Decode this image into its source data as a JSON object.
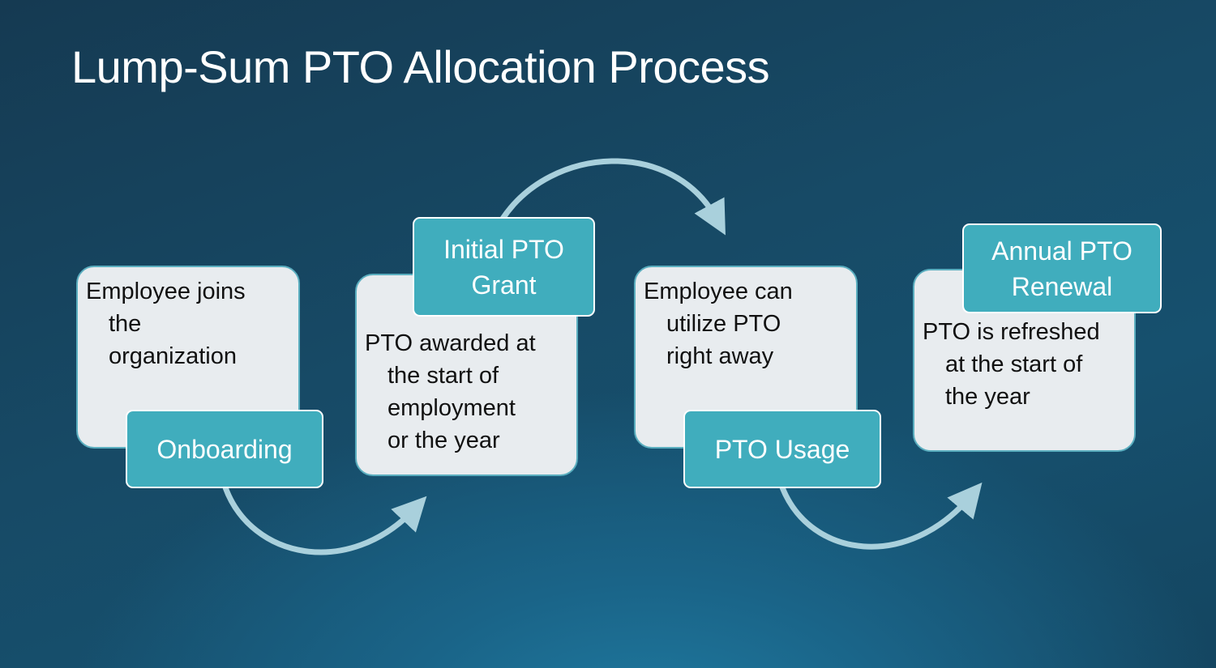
{
  "slide": {
    "title": "Lump-Sum PTO Allocation Process"
  },
  "steps": [
    {
      "label": "Onboarding",
      "label_lines": [
        "Onboarding"
      ],
      "description_lines": [
        "Employee joins",
        "the",
        "organization"
      ]
    },
    {
      "label": "Initial PTO Grant",
      "label_lines": [
        "Initial PTO",
        "Grant"
      ],
      "description_lines": [
        "PTO awarded at",
        "the start of",
        "employment",
        "or the year"
      ]
    },
    {
      "label": "PTO Usage",
      "label_lines": [
        "PTO Usage"
      ],
      "description_lines": [
        "Employee can",
        "utilize PTO",
        "right away"
      ]
    },
    {
      "label": "Annual PTO Renewal",
      "label_lines": [
        "Annual PTO",
        "Renewal"
      ],
      "description_lines": [
        "PTO is refreshed",
        "at the start of",
        "the year"
      ]
    }
  ],
  "colors": {
    "label_fill": "#40adbd",
    "card_fill": "#e8ecef",
    "arrow": "#a9d0dc",
    "background_dark": "#153a52",
    "background_light": "#1f7aa0"
  }
}
